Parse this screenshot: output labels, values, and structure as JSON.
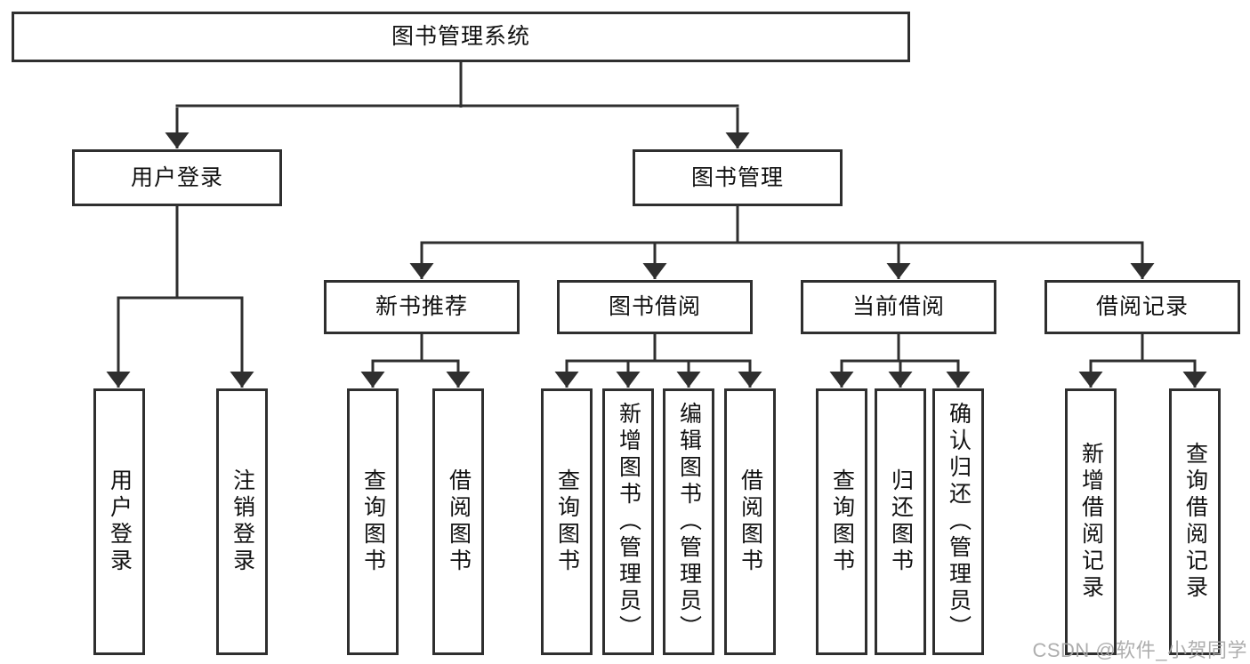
{
  "root": {
    "label": "图书管理系统"
  },
  "level2": [
    {
      "id": "user-login",
      "label": "用户登录"
    },
    {
      "id": "book-management",
      "label": "图书管理"
    }
  ],
  "level3": [
    {
      "id": "new-book-recommend",
      "label": "新书推荐"
    },
    {
      "id": "book-borrowing",
      "label": "图书借阅"
    },
    {
      "id": "current-borrowing",
      "label": "当前借阅"
    },
    {
      "id": "borrowing-records",
      "label": "借阅记录"
    }
  ],
  "leaves": [
    {
      "id": "user-login-leaf",
      "label": "用户登录"
    },
    {
      "id": "logout-leaf",
      "label": "注销登录"
    },
    {
      "id": "nbr-query-books",
      "label": "查询图书"
    },
    {
      "id": "nbr-borrow-books",
      "label": "借阅图书"
    },
    {
      "id": "bb-query-books",
      "label": "查询图书"
    },
    {
      "id": "bb-add-books",
      "label": "新增图书（管理员）"
    },
    {
      "id": "bb-edit-books",
      "label": "编辑图书（管理员）"
    },
    {
      "id": "bb-borrow-books",
      "label": "借阅图书"
    },
    {
      "id": "cb-query-books",
      "label": "查询图书"
    },
    {
      "id": "cb-return-books",
      "label": "归还图书"
    },
    {
      "id": "cb-confirm-return",
      "label": "确认归还（管理员）"
    },
    {
      "id": "br-add-record",
      "label": "新增借阅记录"
    },
    {
      "id": "br-query-record",
      "label": "查询借阅记录"
    }
  ],
  "watermark": {
    "text": "CSDN @软件_小贺同学"
  },
  "colors": {
    "line": "#2f2f2f",
    "box_border": "#2f2f2f",
    "box_fill": "#ffffff",
    "text": "#111111",
    "watermark": "#a8a8a8",
    "background": "#ffffff"
  }
}
